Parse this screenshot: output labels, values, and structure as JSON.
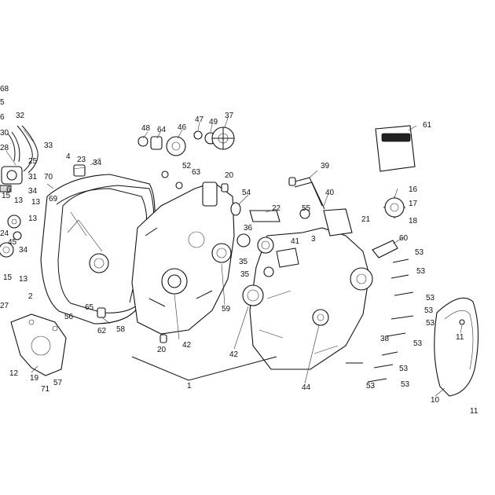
{
  "diagram": {
    "callouts": [
      {
        "id": "c68",
        "label": "68"
      },
      {
        "id": "c5a",
        "label": "5"
      },
      {
        "id": "c6a",
        "label": "6"
      },
      {
        "id": "c32",
        "label": "32"
      },
      {
        "id": "c30",
        "label": "30"
      },
      {
        "id": "c33",
        "label": "33"
      },
      {
        "id": "c28",
        "label": "28"
      },
      {
        "id": "c25",
        "label": "25"
      },
      {
        "id": "c31",
        "label": "31"
      },
      {
        "id": "c15a",
        "label": "15"
      },
      {
        "id": "c6b",
        "label": "6"
      },
      {
        "id": "c13a",
        "label": "13"
      },
      {
        "id": "c13b",
        "label": "13"
      },
      {
        "id": "c13c",
        "label": "13"
      },
      {
        "id": "c24",
        "label": "24"
      },
      {
        "id": "c45",
        "label": "45"
      },
      {
        "id": "c34a",
        "label": "34"
      },
      {
        "id": "c15b",
        "label": "15"
      },
      {
        "id": "c13d",
        "label": "13"
      },
      {
        "id": "c27",
        "label": "27"
      },
      {
        "id": "c4",
        "label": "4"
      },
      {
        "id": "c23",
        "label": "23"
      },
      {
        "id": "c34b",
        "label": "34"
      },
      {
        "id": "c70",
        "label": "70"
      },
      {
        "id": "c69",
        "label": "69"
      },
      {
        "id": "c34c",
        "label": "34"
      },
      {
        "id": "c2",
        "label": "2"
      },
      {
        "id": "c56",
        "label": "56"
      },
      {
        "id": "c58",
        "label": "58"
      },
      {
        "id": "c65",
        "label": "65"
      },
      {
        "id": "c62",
        "label": "62"
      },
      {
        "id": "c12",
        "label": "12"
      },
      {
        "id": "c19",
        "label": "19"
      },
      {
        "id": "c71",
        "label": "71"
      },
      {
        "id": "c57",
        "label": "57"
      },
      {
        "id": "c48",
        "label": "48"
      },
      {
        "id": "c64",
        "label": "64"
      },
      {
        "id": "c46",
        "label": "46"
      },
      {
        "id": "c47",
        "label": "47"
      },
      {
        "id": "c49",
        "label": "49"
      },
      {
        "id": "c37",
        "label": "37"
      },
      {
        "id": "c52",
        "label": "52"
      },
      {
        "id": "c63",
        "label": "63"
      },
      {
        "id": "c20a",
        "label": "20"
      },
      {
        "id": "c54",
        "label": "54"
      },
      {
        "id": "c22",
        "label": "22"
      },
      {
        "id": "c36",
        "label": "36"
      },
      {
        "id": "c35a",
        "label": "35"
      },
      {
        "id": "c35b",
        "label": "35"
      },
      {
        "id": "c59",
        "label": "59"
      },
      {
        "id": "c42a",
        "label": "42"
      },
      {
        "id": "c42b",
        "label": "42"
      },
      {
        "id": "c20b",
        "label": "20"
      },
      {
        "id": "c1",
        "label": "1"
      },
      {
        "id": "c39",
        "label": "39"
      },
      {
        "id": "c40",
        "label": "40"
      },
      {
        "id": "c55",
        "label": "55"
      },
      {
        "id": "c41",
        "label": "41"
      },
      {
        "id": "c3",
        "label": "3"
      },
      {
        "id": "c21",
        "label": "21"
      },
      {
        "id": "c60",
        "label": "60"
      },
      {
        "id": "c16",
        "label": "16"
      },
      {
        "id": "c17",
        "label": "17"
      },
      {
        "id": "c18",
        "label": "18"
      },
      {
        "id": "c61",
        "label": "61"
      },
      {
        "id": "c53a",
        "label": "53"
      },
      {
        "id": "c53b",
        "label": "53"
      },
      {
        "id": "c53c",
        "label": "53"
      },
      {
        "id": "c53d",
        "label": "53"
      },
      {
        "id": "c53e",
        "label": "53"
      },
      {
        "id": "c53f",
        "label": "53"
      },
      {
        "id": "c53g",
        "label": "53"
      },
      {
        "id": "c53h",
        "label": "53"
      },
      {
        "id": "c53i",
        "label": "53"
      },
      {
        "id": "c38",
        "label": "38"
      },
      {
        "id": "c44",
        "label": "44"
      },
      {
        "id": "c11a",
        "label": "11"
      },
      {
        "id": "c11b",
        "label": "11"
      },
      {
        "id": "c10",
        "label": "10"
      }
    ]
  }
}
